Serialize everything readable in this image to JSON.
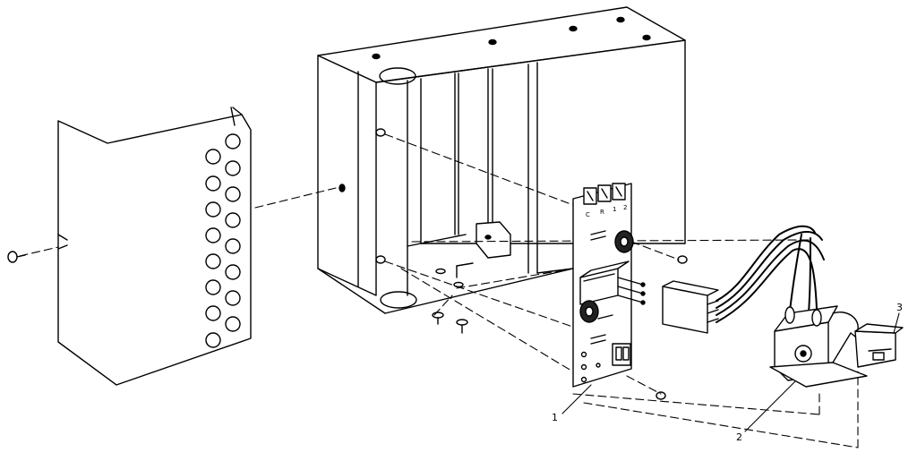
{
  "diagram": {
    "callouts": [
      {
        "id": "1",
        "label": "1"
      },
      {
        "id": "2",
        "label": "2"
      },
      {
        "id": "3",
        "label": "3"
      }
    ],
    "board_terminals": [
      "C",
      "R",
      "1",
      "2"
    ]
  }
}
